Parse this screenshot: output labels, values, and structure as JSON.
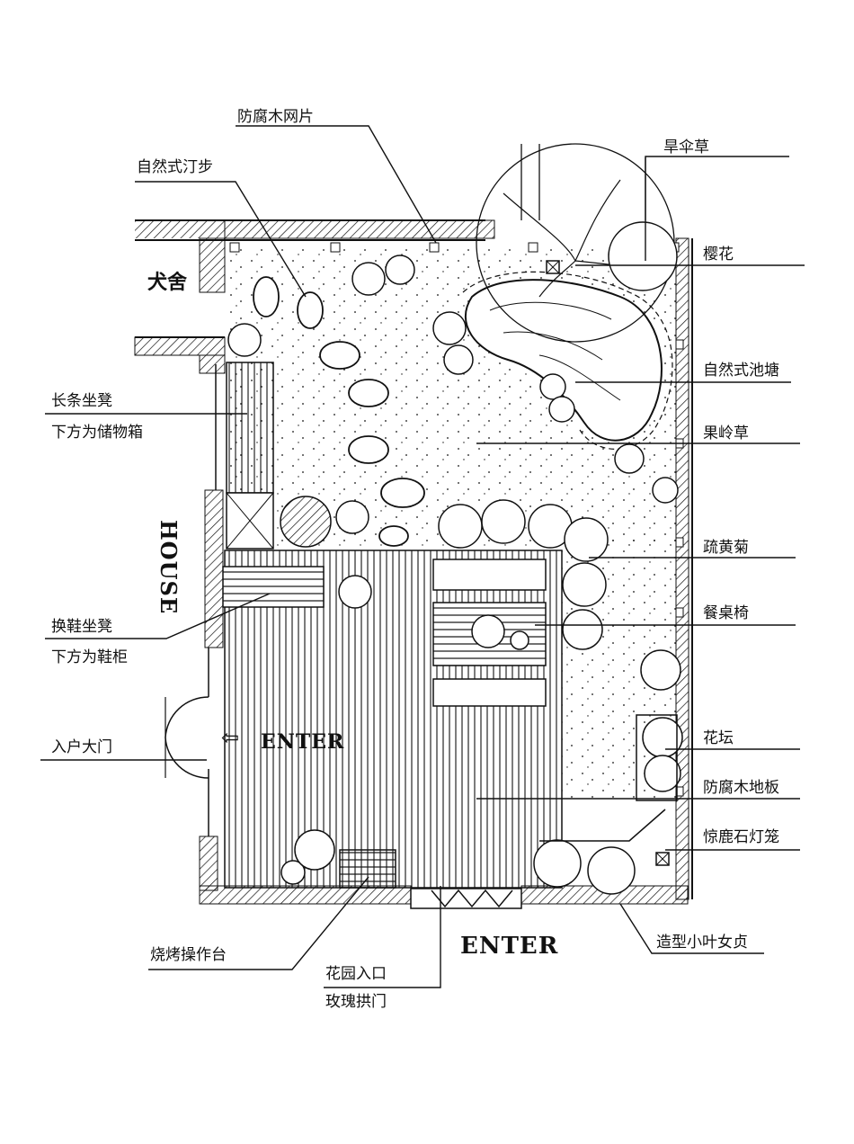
{
  "labels": {
    "fangfu_wangpian": "防腐木网片",
    "ziranshi_tingbu": "自然式汀步",
    "hansancao": "旱伞草",
    "yinghua": "樱花",
    "quanshe": "犬舍",
    "ziranshi_chitang": "自然式池塘",
    "changtiao_zuodeng": "长条坐凳",
    "xiafang_chuwuxiang": "下方为储物箱",
    "guolingcao": "果岭草",
    "house": "HOUSE",
    "shuhuangju": "疏黄菊",
    "huanxie_zuodeng": "换鞋坐凳",
    "canzhuoyi": "餐桌椅",
    "xiafang_xiegui": "下方为鞋柜",
    "ruhu_damen": "入户大门",
    "huatan": "花坛",
    "enter_left": "ENTER",
    "fangfu_diban": "防腐木地板",
    "jinglu_dengong": "惊鹿石灯笼",
    "shaokao_caozuotai": "烧烤操作台",
    "zaoxing_nvzhen": "造型小叶女贞",
    "huayuan_rukou": "花园入口",
    "meigui_gongmen": "玫瑰拱门",
    "enter_bottom": "ENTER"
  },
  "colors": {
    "ink": "#111111",
    "paper": "#ffffff"
  }
}
